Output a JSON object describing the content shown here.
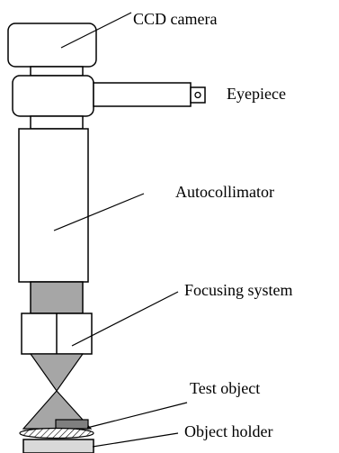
{
  "diagram": {
    "labels": {
      "ccd_camera": "CCD camera",
      "eyepiece": "Eyepiece",
      "autocollimator": "Autocollimator",
      "focusing_system": "Focusing system",
      "test_object": "Test object",
      "object_holder": "Object holder"
    },
    "colors": {
      "outline": "#000000",
      "body_fill": "#ffffff",
      "gray_fill": "#a6a6a6",
      "holder_fill": "#d9d9d9"
    }
  }
}
